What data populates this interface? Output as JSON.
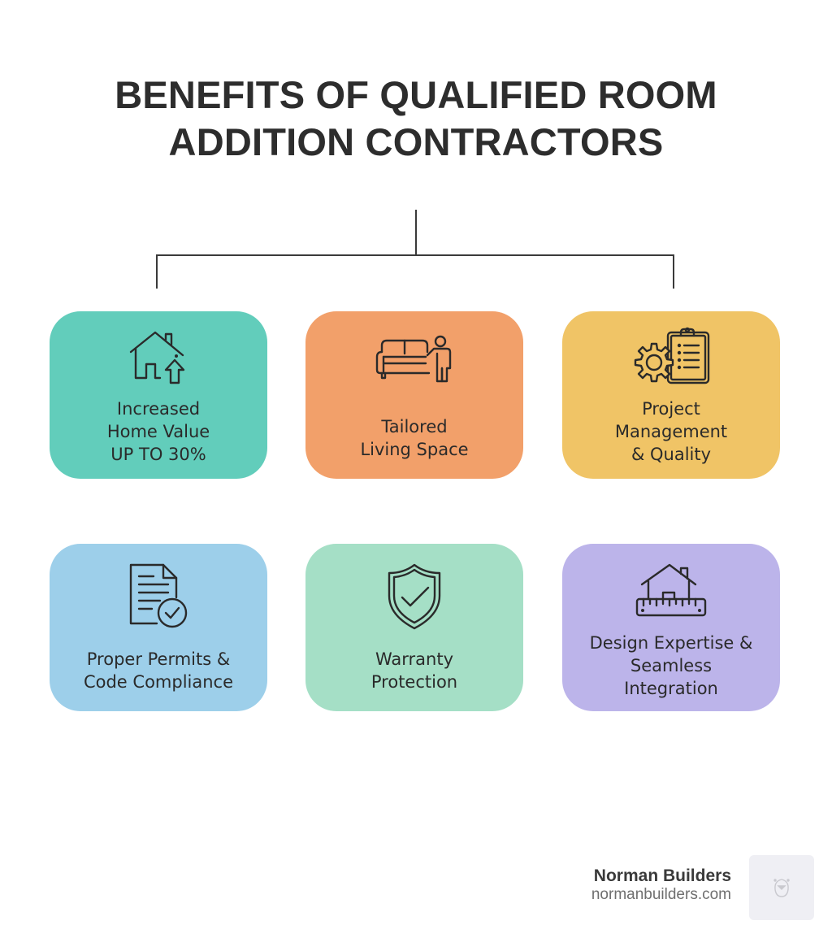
{
  "title": {
    "line1": "BENEFITS OF QUALIFIED ROOM",
    "line2": "ADDITION CONTRACTORS"
  },
  "colors": {
    "title": "#2d2d2d",
    "connector": "#3a3a3a",
    "card_teal": "#62cdbb",
    "card_orange": "#f2a06a",
    "card_yellow": "#f0c466",
    "card_blue": "#9dcfea",
    "card_mint": "#a5dfc6",
    "card_lavender": "#bcb4ea",
    "icon_stroke": "#2a2a2a"
  },
  "cards": [
    {
      "icon": "house-value-up-icon",
      "lines": [
        "Increased",
        "Home Value",
        "UP TO 30%"
      ],
      "color": "#62cdbb"
    },
    {
      "icon": "sofa-person-icon",
      "lines": [
        "Tailored",
        "Living Space"
      ],
      "color": "#f2a06a"
    },
    {
      "icon": "gear-clipboard-icon",
      "lines": [
        "Project",
        "Management",
        "& Quality"
      ],
      "color": "#f0c466"
    },
    {
      "icon": "document-check-icon",
      "lines": [
        "Proper Permits &",
        "Code Compliance"
      ],
      "color": "#9dcfea"
    },
    {
      "icon": "shield-check-icon",
      "lines": [
        "Warranty",
        "Protection"
      ],
      "color": "#a5dfc6"
    },
    {
      "icon": "house-ruler-icon",
      "lines": [
        "Design Expertise &",
        "Seamless",
        "Integration"
      ],
      "color": "#bcb4ea"
    }
  ],
  "brand": {
    "name": "Norman Builders",
    "url": "normanbuilders.com",
    "logo_icon": "bear-logo-icon"
  }
}
